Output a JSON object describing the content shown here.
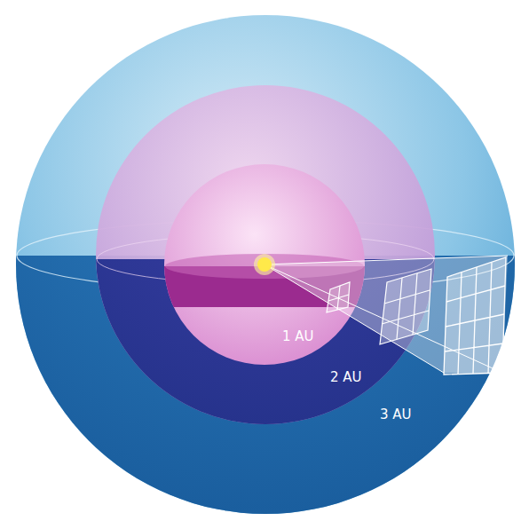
{
  "diagram": {
    "labels": [
      "1 AU",
      "2 AU",
      "3 AU"
    ]
  }
}
